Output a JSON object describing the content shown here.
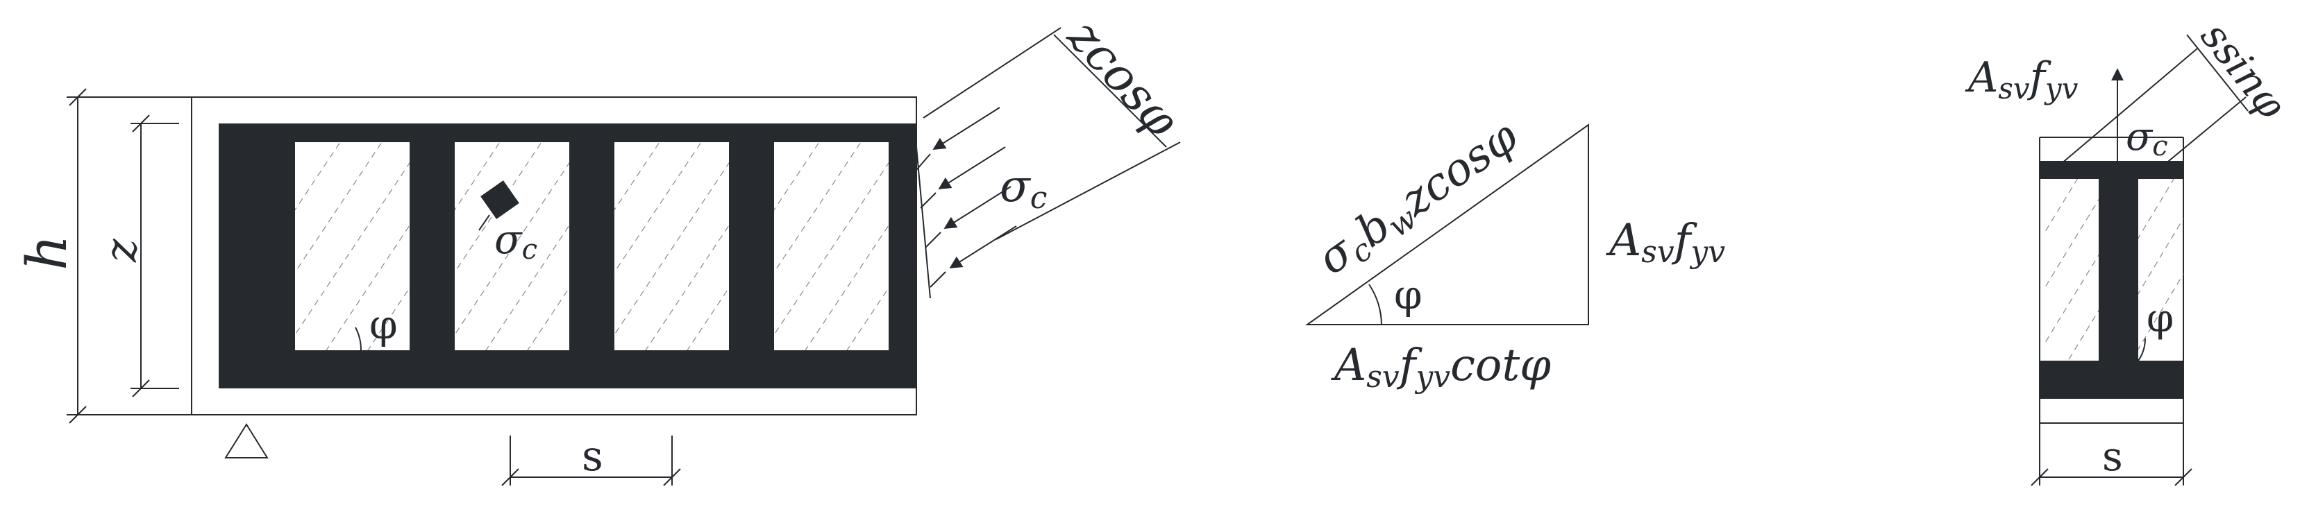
{
  "colors": {
    "ink": "#262a2f",
    "paper": "#ffffff",
    "hatch": "#8c9097"
  },
  "beam_panel": {
    "dim_h": "h",
    "dim_z": "z",
    "angle": "φ",
    "stress_element": "σ",
    "stress_element_sub": "c",
    "spacing": "s",
    "strut_width": "zcosφ",
    "load_stress": "σ",
    "load_stress_sub": "c",
    "support_icon": "pin-support-triangle-icon"
  },
  "force_triangle": {
    "hypotenuse": {
      "s1": "σ",
      "s1_sub": "c",
      "s2": "b",
      "s2_sub": "w",
      "s3": "zcosφ"
    },
    "vertical": {
      "s1": "A",
      "s1_sub": "sv",
      "s2": "f",
      "s2_sub": "yv"
    },
    "horizontal": {
      "s1": "A",
      "s1_sub": "sv",
      "s2": "f",
      "s2_sub": "yv",
      "s3": "cotφ"
    },
    "angle": "φ"
  },
  "section_detail": {
    "force": {
      "s1": "A",
      "s1_sub": "sv",
      "s2": "f",
      "s2_sub": "yv"
    },
    "stress": {
      "s1": "σ",
      "s1_sub": "c"
    },
    "strut_width": "ssinφ",
    "angle": "φ",
    "spacing": "s",
    "arrow_icon": "arrow-up-icon"
  }
}
